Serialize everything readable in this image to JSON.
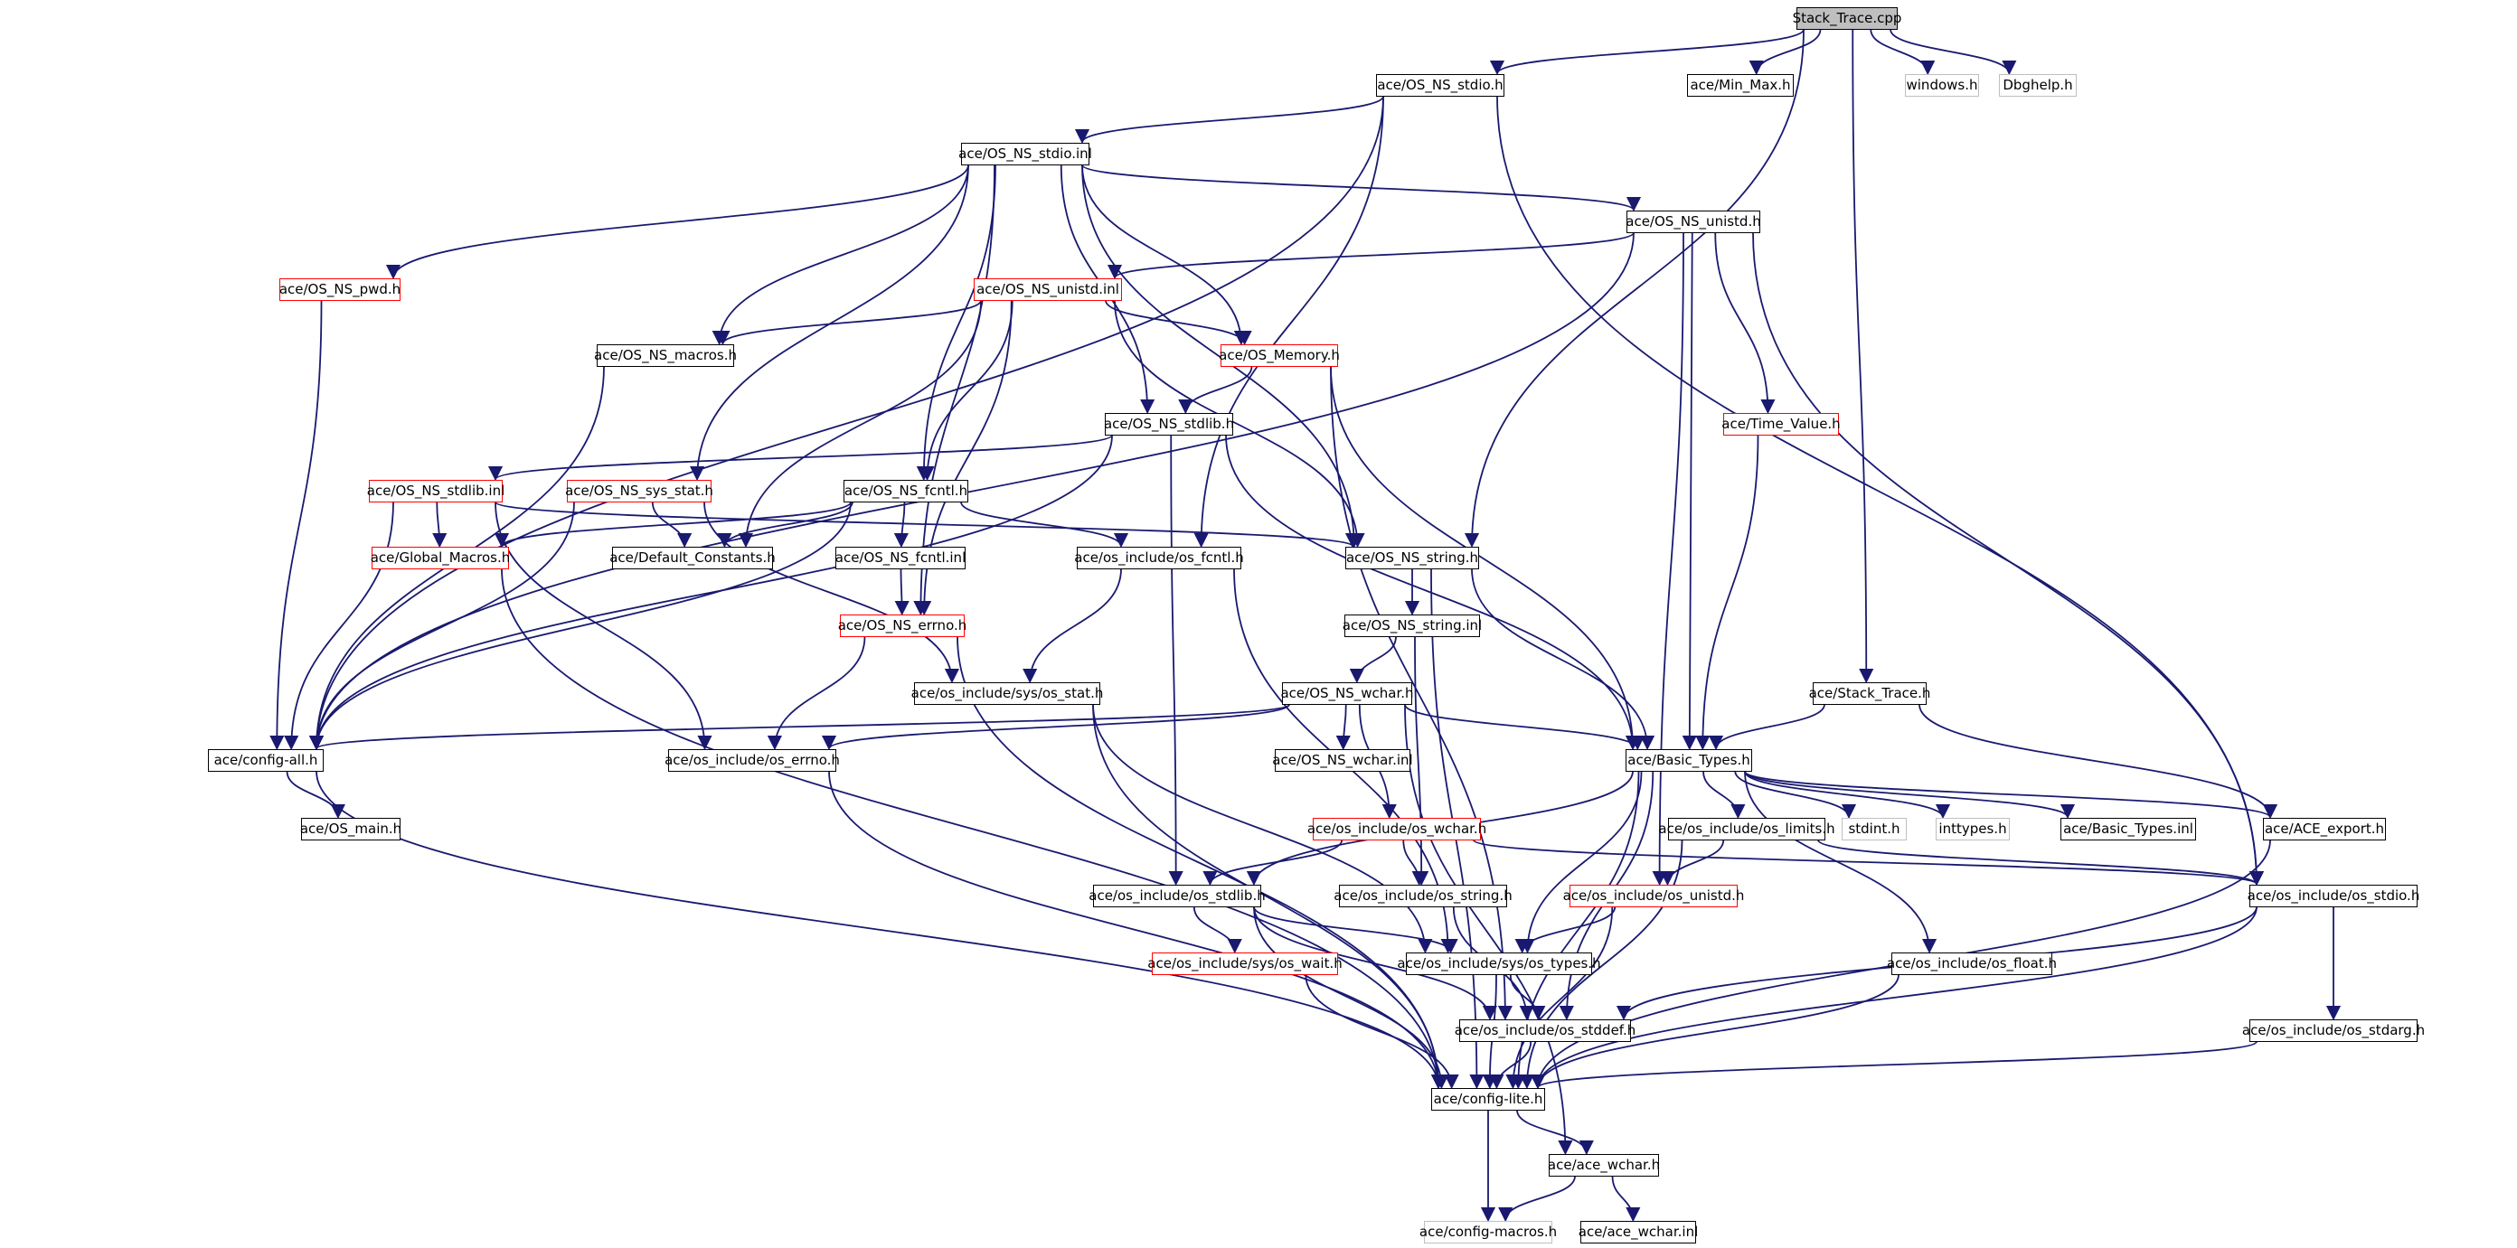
{
  "diagram": {
    "type": "include-dependency-graph",
    "colors": {
      "edge": "#191970",
      "normal_border": "#000000",
      "red_border": "#ff0000",
      "grey_border": "#bfbfbf",
      "root_fill": "#bfbfbf"
    },
    "nodes": [
      {
        "id": "root",
        "label": "Stack_Trace.cpp",
        "kind": "root"
      },
      {
        "id": "osnsstdio_h",
        "label": "ace/OS_NS_stdio.h",
        "kind": "normal"
      },
      {
        "id": "minmax",
        "label": "ace/Min_Max.h",
        "kind": "normal"
      },
      {
        "id": "windows",
        "label": "windows.h",
        "kind": "grey"
      },
      {
        "id": "dbghelp",
        "label": "Dbghelp.h",
        "kind": "grey"
      },
      {
        "id": "osnsstdio_inl",
        "label": "ace/OS_NS_stdio.inl",
        "kind": "normal"
      },
      {
        "id": "osnsunistd_h",
        "label": "ace/OS_NS_unistd.h",
        "kind": "normal"
      },
      {
        "id": "osnspwd",
        "label": "ace/OS_NS_pwd.h",
        "kind": "red"
      },
      {
        "id": "osnsunistd_inl",
        "label": "ace/OS_NS_unistd.inl",
        "kind": "red"
      },
      {
        "id": "osnsmacros",
        "label": "ace/OS_NS_macros.h",
        "kind": "normal"
      },
      {
        "id": "osmemory",
        "label": "ace/OS_Memory.h",
        "kind": "red"
      },
      {
        "id": "osnsstdlib_h",
        "label": "ace/OS_NS_stdlib.h",
        "kind": "normal"
      },
      {
        "id": "timevalue",
        "label": "ace/Time_Value.h",
        "kind": "red"
      },
      {
        "id": "osnsstdlib_inl",
        "label": "ace/OS_NS_stdlib.inl",
        "kind": "red"
      },
      {
        "id": "osnssysstat",
        "label": "ace/OS_NS_sys_stat.h",
        "kind": "red"
      },
      {
        "id": "osnsfcntl_h",
        "label": "ace/OS_NS_fcntl.h",
        "kind": "normal"
      },
      {
        "id": "globalmacros",
        "label": "ace/Global_Macros.h",
        "kind": "red"
      },
      {
        "id": "defaultconst",
        "label": "ace/Default_Constants.h",
        "kind": "normal"
      },
      {
        "id": "osnsfcntl_inl",
        "label": "ace/OS_NS_fcntl.inl",
        "kind": "normal"
      },
      {
        "id": "osincfcntl",
        "label": "ace/os_include/os_fcntl.h",
        "kind": "normal"
      },
      {
        "id": "osnsstring_h",
        "label": "ace/OS_NS_string.h",
        "kind": "normal"
      },
      {
        "id": "osnserrno",
        "label": "ace/OS_NS_errno.h",
        "kind": "red"
      },
      {
        "id": "osnsstring_inl",
        "label": "ace/OS_NS_string.inl",
        "kind": "normal"
      },
      {
        "id": "osincsysstat",
        "label": "ace/os_include/sys/os_stat.h",
        "kind": "normal"
      },
      {
        "id": "osnswchar_h",
        "label": "ace/OS_NS_wchar.h",
        "kind": "normal"
      },
      {
        "id": "stacktrace_h",
        "label": "ace/Stack_Trace.h",
        "kind": "normal"
      },
      {
        "id": "configall",
        "label": "ace/config-all.h",
        "kind": "normal"
      },
      {
        "id": "osincerrno",
        "label": "ace/os_include/os_errno.h",
        "kind": "normal"
      },
      {
        "id": "osnswchar_inl",
        "label": "ace/OS_NS_wchar.inl",
        "kind": "normal"
      },
      {
        "id": "basictypes_h",
        "label": "ace/Basic_Types.h",
        "kind": "normal"
      },
      {
        "id": "osmain",
        "label": "ace/OS_main.h",
        "kind": "normal"
      },
      {
        "id": "osincwchar",
        "label": "ace/os_include/os_wchar.h",
        "kind": "red"
      },
      {
        "id": "osinclimits",
        "label": "ace/os_include/os_limits.h",
        "kind": "normal"
      },
      {
        "id": "stdint",
        "label": "stdint.h",
        "kind": "grey"
      },
      {
        "id": "inttypes",
        "label": "inttypes.h",
        "kind": "grey"
      },
      {
        "id": "basictypes_inl",
        "label": "ace/Basic_Types.inl",
        "kind": "normal"
      },
      {
        "id": "aceexport",
        "label": "ace/ACE_export.h",
        "kind": "normal"
      },
      {
        "id": "osincstdlib",
        "label": "ace/os_include/os_stdlib.h",
        "kind": "normal"
      },
      {
        "id": "osincstring",
        "label": "ace/os_include/os_string.h",
        "kind": "normal"
      },
      {
        "id": "osincunistd",
        "label": "ace/os_include/os_unistd.h",
        "kind": "red"
      },
      {
        "id": "osincstdio",
        "label": "ace/os_include/os_stdio.h",
        "kind": "normal"
      },
      {
        "id": "osincsyswait",
        "label": "ace/os_include/sys/os_wait.h",
        "kind": "red"
      },
      {
        "id": "osincsystypes",
        "label": "ace/os_include/sys/os_types.h",
        "kind": "normal"
      },
      {
        "id": "osincfloat",
        "label": "ace/os_include/os_float.h",
        "kind": "normal"
      },
      {
        "id": "osincstddef",
        "label": "ace/os_include/os_stddef.h",
        "kind": "normal"
      },
      {
        "id": "osincstdarg",
        "label": "ace/os_include/os_stdarg.h",
        "kind": "normal"
      },
      {
        "id": "configlite",
        "label": "ace/config-lite.h",
        "kind": "normal"
      },
      {
        "id": "acewchar_h",
        "label": "ace/ace_wchar.h",
        "kind": "normal"
      },
      {
        "id": "configmacros",
        "label": "ace/config-macros.h",
        "kind": "grey"
      },
      {
        "id": "acewchar_inl",
        "label": "ace/ace_wchar.inl",
        "kind": "normal"
      }
    ],
    "edges": [
      [
        "root",
        "osnsstdio_h"
      ],
      [
        "root",
        "minmax"
      ],
      [
        "root",
        "windows"
      ],
      [
        "root",
        "dbghelp"
      ],
      [
        "root",
        "osnsstring_h"
      ],
      [
        "root",
        "stacktrace_h"
      ],
      [
        "osnsstdio_h",
        "osnsstdio_inl"
      ],
      [
        "osnsstdio_h",
        "configall"
      ],
      [
        "osnsstdio_h",
        "osincfcntl"
      ],
      [
        "osnsstdio_h",
        "osincstdio"
      ],
      [
        "osnsstdio_inl",
        "osnsunistd_h"
      ],
      [
        "osnsstdio_inl",
        "osnspwd"
      ],
      [
        "osnsstdio_inl",
        "osnsmacros"
      ],
      [
        "osnsstdio_inl",
        "osnssysstat"
      ],
      [
        "osnsstdio_inl",
        "osnsfcntl_h"
      ],
      [
        "osnsstdio_inl",
        "osnserrno"
      ],
      [
        "osnsstdio_inl",
        "osnsstdlib_h"
      ],
      [
        "osnsstdio_inl",
        "osmemory"
      ],
      [
        "osnsstdio_inl",
        "osnsstring_h"
      ],
      [
        "osnsunistd_h",
        "osnsunistd_inl"
      ],
      [
        "osnsunistd_h",
        "timevalue"
      ],
      [
        "osnsunistd_h",
        "basictypes_h"
      ],
      [
        "osnsunistd_h",
        "osincunistd"
      ],
      [
        "osnsunistd_h",
        "osincstdio"
      ],
      [
        "osnsunistd_h",
        "configall"
      ],
      [
        "osnspwd",
        "configall"
      ],
      [
        "osnsunistd_inl",
        "osnsmacros"
      ],
      [
        "osnsunistd_inl",
        "osmemory"
      ],
      [
        "osnsunistd_inl",
        "defaultconst"
      ],
      [
        "osnsunistd_inl",
        "osnsfcntl_h"
      ],
      [
        "osnsunistd_inl",
        "osnserrno"
      ],
      [
        "osnsunistd_inl",
        "osnsstring_h"
      ],
      [
        "osnsmacros",
        "configall"
      ],
      [
        "osmemory",
        "osnsstdlib_h"
      ],
      [
        "osmemory",
        "basictypes_h"
      ],
      [
        "osmemory",
        "osincstddef"
      ],
      [
        "osnsstdlib_h",
        "osnsstdlib_inl"
      ],
      [
        "osnsstdlib_h",
        "configall"
      ],
      [
        "osnsstdlib_h",
        "basictypes_h"
      ],
      [
        "osnsstdlib_h",
        "osincstdlib"
      ],
      [
        "timevalue",
        "basictypes_h"
      ],
      [
        "osnsstdlib_inl",
        "globalmacros"
      ],
      [
        "osnsstdlib_inl",
        "configall"
      ],
      [
        "osnsstdlib_inl",
        "osnsstring_h"
      ],
      [
        "osnsstdlib_inl",
        "osincerrno"
      ],
      [
        "osnssysstat",
        "defaultconst"
      ],
      [
        "osnssysstat",
        "configall"
      ],
      [
        "osnssysstat",
        "osincsysstat"
      ],
      [
        "osnsfcntl_h",
        "globalmacros"
      ],
      [
        "osnsfcntl_h",
        "defaultconst"
      ],
      [
        "osnsfcntl_h",
        "osnsfcntl_inl"
      ],
      [
        "osnsfcntl_h",
        "osincfcntl"
      ],
      [
        "osnsfcntl_h",
        "configall"
      ],
      [
        "globalmacros",
        "configlite"
      ],
      [
        "osnsfcntl_inl",
        "osnserrno"
      ],
      [
        "osincfcntl",
        "osincsysstat"
      ],
      [
        "osincfcntl",
        "osincsystypes"
      ],
      [
        "osnsstring_h",
        "osnsstring_inl"
      ],
      [
        "osnsstring_h",
        "basictypes_h"
      ],
      [
        "osnsstring_h",
        "configlite"
      ],
      [
        "osnserrno",
        "osincerrno"
      ],
      [
        "osnserrno",
        "configlite"
      ],
      [
        "osnsstring_inl",
        "osnswchar_h"
      ],
      [
        "osnsstring_inl",
        "osincstring"
      ],
      [
        "osincsysstat",
        "osincsystypes"
      ],
      [
        "osincsysstat",
        "configlite"
      ],
      [
        "osnswchar_h",
        "osnswchar_inl"
      ],
      [
        "osnswchar_h",
        "basictypes_h"
      ],
      [
        "osnswchar_h",
        "osincwchar"
      ],
      [
        "osnswchar_h",
        "configall"
      ],
      [
        "osnswchar_h",
        "osincerrno"
      ],
      [
        "osnswchar_h",
        "acewchar_h"
      ],
      [
        "stacktrace_h",
        "basictypes_h"
      ],
      [
        "stacktrace_h",
        "aceexport"
      ],
      [
        "configall",
        "osmain"
      ],
      [
        "configall",
        "configlite"
      ],
      [
        "osincerrno",
        "configlite"
      ],
      [
        "basictypes_h",
        "osinclimits"
      ],
      [
        "basictypes_h",
        "stdint"
      ],
      [
        "basictypes_h",
        "inttypes"
      ],
      [
        "basictypes_h",
        "basictypes_inl"
      ],
      [
        "basictypes_h",
        "aceexport"
      ],
      [
        "basictypes_h",
        "osincstdlib"
      ],
      [
        "basictypes_h",
        "osincfloat"
      ],
      [
        "basictypes_h",
        "osincsystypes"
      ],
      [
        "basictypes_h",
        "osincstddef"
      ],
      [
        "basictypes_h",
        "configlite"
      ],
      [
        "osincwchar",
        "osincstdlib"
      ],
      [
        "osincwchar",
        "osincstring"
      ],
      [
        "osincwchar",
        "osincstdio"
      ],
      [
        "osinclimits",
        "osincunistd"
      ],
      [
        "osinclimits",
        "osincstdio"
      ],
      [
        "osinclimits",
        "configlite"
      ],
      [
        "aceexport",
        "configlite"
      ],
      [
        "osincstdlib",
        "osincsyswait"
      ],
      [
        "osincstdlib",
        "osincsystypes"
      ],
      [
        "osincstdlib",
        "osincstddef"
      ],
      [
        "osincstdlib",
        "configlite"
      ],
      [
        "osincstring",
        "osincstddef"
      ],
      [
        "osincunistd",
        "osincsystypes"
      ],
      [
        "osincunistd",
        "configlite"
      ],
      [
        "osincstdio",
        "osincstdarg"
      ],
      [
        "osincstdio",
        "osincstddef"
      ],
      [
        "osincstdio",
        "configlite"
      ],
      [
        "osincsyswait",
        "configlite"
      ],
      [
        "osincsystypes",
        "osincstddef"
      ],
      [
        "osincsystypes",
        "configlite"
      ],
      [
        "osincfloat",
        "configlite"
      ],
      [
        "osincstddef",
        "configlite"
      ],
      [
        "osincstdarg",
        "configlite"
      ],
      [
        "configlite",
        "acewchar_h"
      ],
      [
        "configlite",
        "configmacros"
      ],
      [
        "acewchar_h",
        "configmacros"
      ],
      [
        "acewchar_h",
        "acewchar_inl"
      ]
    ]
  }
}
